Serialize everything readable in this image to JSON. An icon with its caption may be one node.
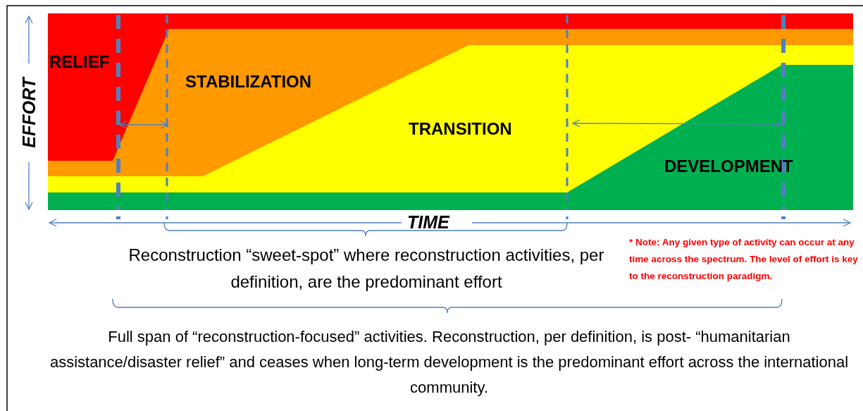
{
  "diagram": {
    "labels": [
      "RELIEF",
      "STABILIZATION",
      "EFFORT",
      "TRANSITION",
      "DEVELOPMENT",
      "TIME",
      "Reconstruction “sweet-spot” where reconstruction activities, per definition, are the predominant effort",
      "* Note: Any given type of activity can occur at any time across the spectrum. The level of effort is key to the reconstruction paradigm.",
      "Full span of “reconstruction-focused” activities.  Reconstruction, per definition, is post- “humanitarian assistance/disaster relief” and ceases when long-term development is the predominant effort across the international community."
    ]
  }
}
